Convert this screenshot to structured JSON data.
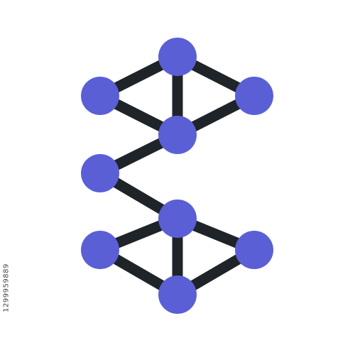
{
  "icon": {
    "name": "molecular-network-icon",
    "node_color": "#5a5fd6",
    "edge_color": "#1e2428",
    "nodes": [
      "top-center",
      "upper-left",
      "upper-right",
      "upper-middle",
      "middle-left",
      "lower-middle",
      "lower-left",
      "lower-right",
      "bottom-center"
    ]
  },
  "watermark": {
    "id_text": "1299959889"
  }
}
